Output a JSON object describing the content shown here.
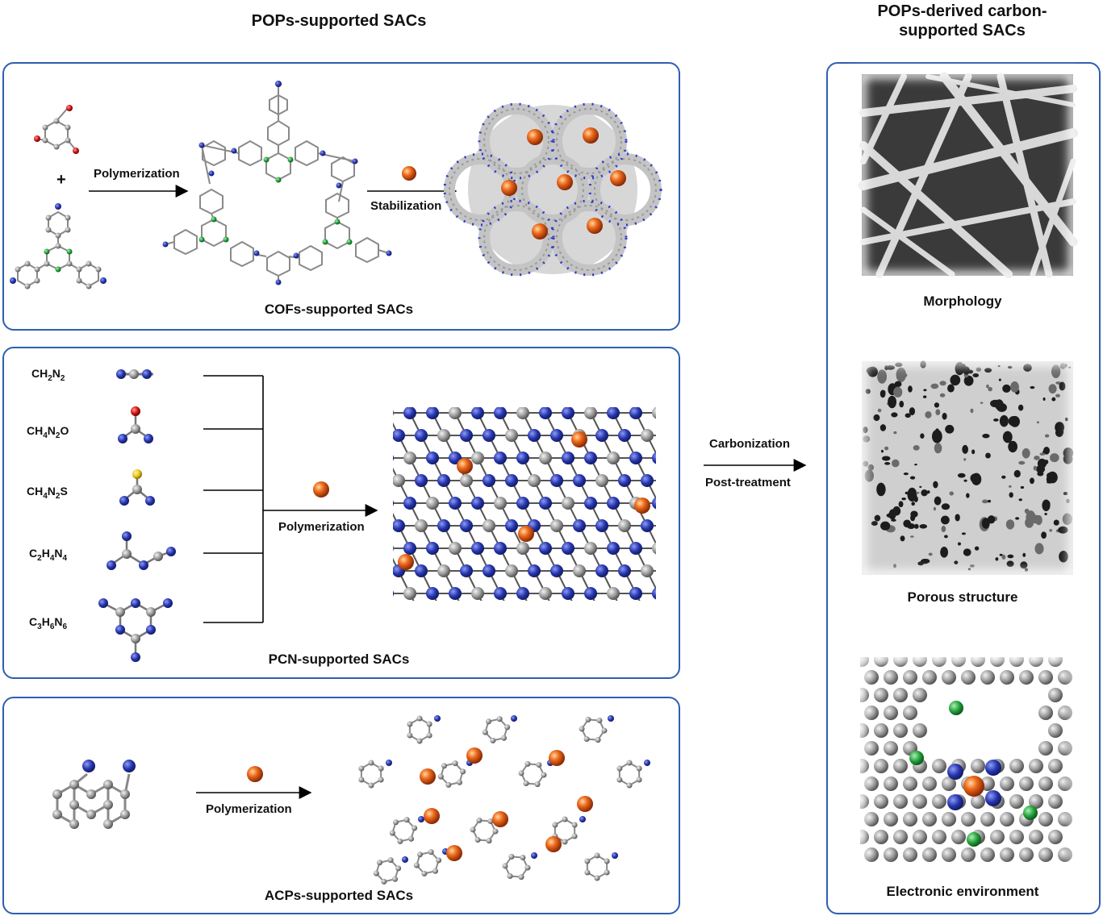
{
  "headings": {
    "left": "POPs-supported SACs",
    "right_line1": "POPs-derived carbon-",
    "right_line2": "supported SACs"
  },
  "cof_panel": {
    "caption": "COFs-supported SACs",
    "step1": "Polymerization",
    "plus": "+",
    "step2": "Stabilization"
  },
  "pcn_panel": {
    "caption": "PCN-supported SACs",
    "step": "Polymerization",
    "precursors": [
      {
        "base": [
          "CH",
          "N"
        ],
        "subs": [
          "2",
          "2"
        ],
        "tail": ""
      },
      {
        "base": [
          "CH",
          "N"
        ],
        "subs": [
          "4",
          "2"
        ],
        "tail": "O"
      },
      {
        "base": [
          "CH",
          "N"
        ],
        "subs": [
          "4",
          "2"
        ],
        "tail": "S"
      },
      {
        "base": [
          "C",
          "H",
          "N"
        ],
        "subs": [
          "2",
          "4",
          "4"
        ],
        "tail": ""
      },
      {
        "base": [
          "C",
          "H",
          "N"
        ],
        "subs": [
          "3",
          "6",
          "6"
        ],
        "tail": ""
      }
    ]
  },
  "acp_panel": {
    "caption": "ACPs-supported SACs",
    "step": "Polymerization"
  },
  "middle": {
    "step1": "Carbonization",
    "step2": "Post-treatment"
  },
  "right_panel": {
    "captions": [
      "Morphology",
      "Porous structure",
      "Electronic environment"
    ]
  },
  "colors": {
    "border": "#2f5fb0",
    "carbon": "#8a8a8a",
    "nitrogen": "#2433a8",
    "oxygen": "#cc1111",
    "metal": "#e8621c",
    "dopant": "#22a03a",
    "sulfur": "#e6c619"
  }
}
